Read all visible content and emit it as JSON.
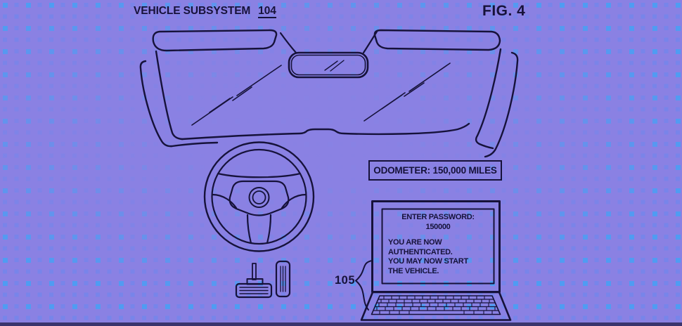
{
  "figure": {
    "title": "VEHICLE SUBSYSTEM",
    "title_ref": "104",
    "fig_label": "FIG. 4",
    "odometer_label": "ODOMETER: 150,000 MILES",
    "callout_ref": "105",
    "laptop": {
      "screen_lines_centered": [
        "ENTER PASSWORD:",
        "150000"
      ],
      "screen_lines_left": [
        "YOU ARE NOW",
        "AUTHENTICATED.",
        "YOU MAY NOW START",
        "THE VEHICLE."
      ]
    },
    "drawing_parts": [
      "left-sun-visor",
      "right-sun-visor",
      "rearview-mirror",
      "windshield-glass",
      "steering-wheel",
      "brake-pedal",
      "accelerator-pedal",
      "laptop-computer",
      "callout-brace"
    ]
  },
  "colors": {
    "background": "#8A81E3",
    "dot_bright": "#48A0F4",
    "dot_dim": "#6888F0",
    "line": "#16123A",
    "bottom_bar": "#3A356D"
  }
}
